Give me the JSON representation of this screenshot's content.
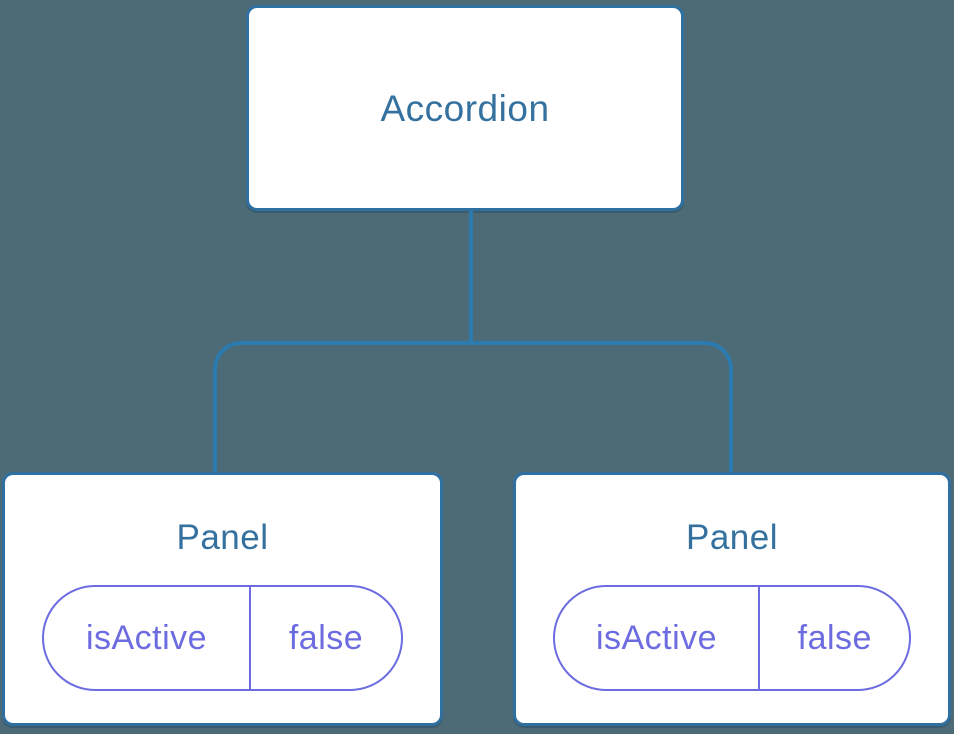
{
  "theme": {
    "bg": "#4d6b76",
    "node-border": "#2f70a1",
    "node-fill": "#ffffff",
    "connector": "#2b7ab0",
    "title": "#35719f",
    "prop": "#6c6ce0"
  },
  "diagram": {
    "type": "component-tree",
    "root": {
      "label": "Accordion"
    },
    "children": [
      {
        "label": "Panel",
        "props": [
          {
            "name": "isActive",
            "value": "false"
          }
        ]
      },
      {
        "label": "Panel",
        "props": [
          {
            "name": "isActive",
            "value": "false"
          }
        ]
      }
    ]
  }
}
